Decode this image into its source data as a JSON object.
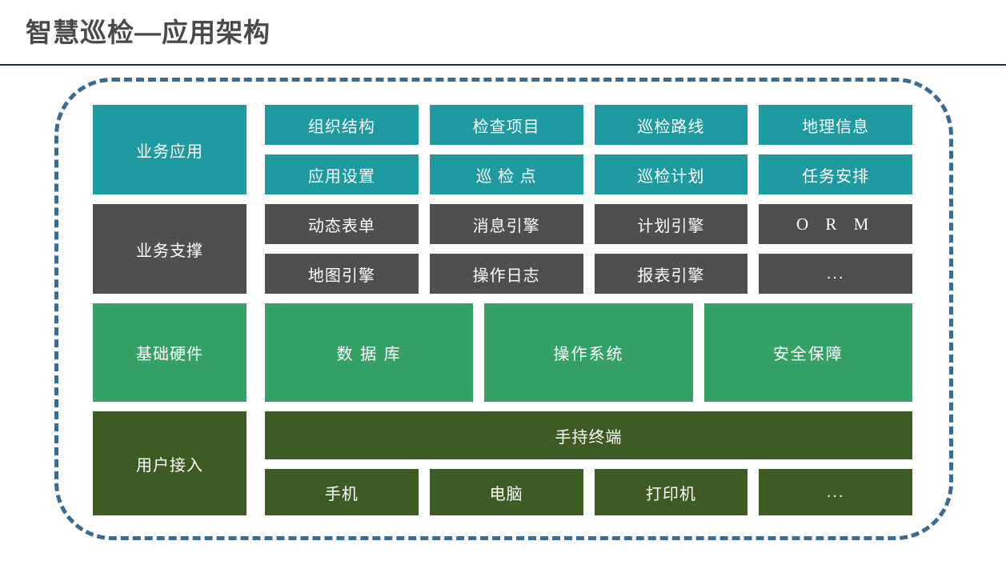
{
  "title": "智慧巡检—应用架构",
  "colors": {
    "title_text": "#4a4a4a",
    "title_rule": "#1f2d3d",
    "dashed_border": "#3b6a93",
    "layer_business_app": "#1e9aa0",
    "layer_business_support": "#4f4f4f",
    "layer_hardware": "#35a167",
    "layer_user_access": "#3d5b23",
    "box_text": "#ffffff"
  },
  "layers": [
    {
      "label": "业务应用",
      "columns": [
        {
          "top": "组织结构",
          "bottom": "应用设置"
        },
        {
          "top": "检查项目",
          "bottom": "巡 检 点"
        },
        {
          "top": "巡检路线",
          "bottom": "巡检计划"
        },
        {
          "top": "地理信息",
          "bottom": "任务安排"
        }
      ]
    },
    {
      "label": "业务支撑",
      "columns": [
        {
          "top": "动态表单",
          "bottom": "地图引擎"
        },
        {
          "top": "消息引擎",
          "bottom": "操作日志"
        },
        {
          "top": "计划引擎",
          "bottom": "报表引擎"
        },
        {
          "top": "O R M",
          "bottom": "..."
        }
      ]
    },
    {
      "label": "基础硬件",
      "items": [
        "数 据 库",
        "操作系统",
        "安全保障"
      ]
    },
    {
      "label": "用户接入",
      "banner": "手持终端",
      "items": [
        "手机",
        "电脑",
        "打印机",
        "..."
      ]
    }
  ]
}
